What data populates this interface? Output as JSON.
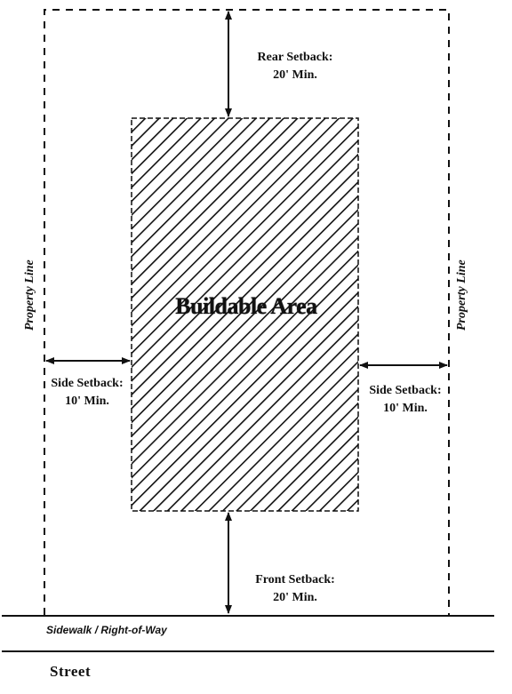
{
  "labels": {
    "rear_setback": {
      "line1": "Rear Setback:",
      "line2": "20' Min."
    },
    "side_setback_left": {
      "line1": "Side Setback:",
      "line2": "10' Min."
    },
    "side_setback_right": {
      "line1": "Side Setback:",
      "line2": "10' Min."
    },
    "front_setback": {
      "line1": "Front Setback:",
      "line2": "20' Min."
    },
    "buildable_area": "Buildable Area",
    "property_line_left": "Property Line",
    "property_line_right": "Property Line",
    "sidewalk": "Sidewalk / Right-of-Way",
    "street": "Street"
  },
  "colors": {
    "ink": "#111111",
    "background": "#ffffff"
  }
}
